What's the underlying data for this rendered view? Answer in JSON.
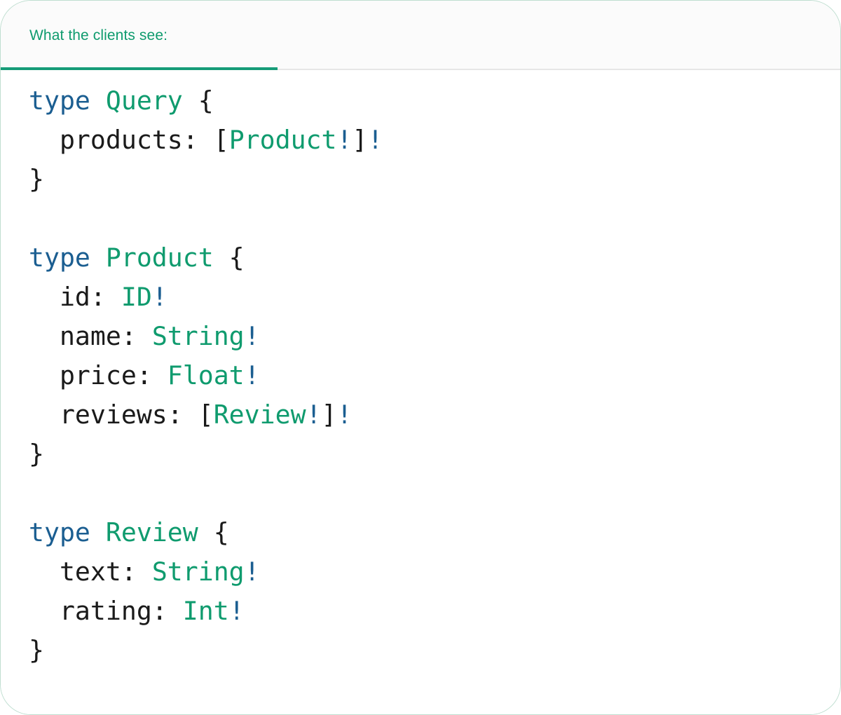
{
  "card": {
    "border_color": "#bfded0",
    "background": "#ffffff"
  },
  "tabbar": {
    "background": "#fbfbfb",
    "divider_color": "#e6e6e6",
    "active_tab": {
      "label": "What the clients see:",
      "color": "#0f9b6e",
      "underline_color": "#169c78"
    }
  },
  "editor": {
    "language": "graphql",
    "syntax_colors": {
      "keyword": "#1b5e91",
      "type_name": "#0f9b6e",
      "punctuation": "#1a1a1a",
      "non_null": "#1b5e91"
    },
    "lines": [
      [
        {
          "t": "type ",
          "c": "kw"
        },
        {
          "t": "Query",
          "c": "type"
        },
        {
          "t": " {",
          "c": "pun"
        }
      ],
      [
        {
          "t": "  products: [",
          "c": "pun"
        },
        {
          "t": "Product",
          "c": "type"
        },
        {
          "t": "!",
          "c": "bang"
        },
        {
          "t": "]",
          "c": "pun"
        },
        {
          "t": "!",
          "c": "bang"
        }
      ],
      [
        {
          "t": "}",
          "c": "pun"
        }
      ],
      [],
      [
        {
          "t": "type ",
          "c": "kw"
        },
        {
          "t": "Product",
          "c": "type"
        },
        {
          "t": " {",
          "c": "pun"
        }
      ],
      [
        {
          "t": "  id: ",
          "c": "pun"
        },
        {
          "t": "ID",
          "c": "type"
        },
        {
          "t": "!",
          "c": "bang"
        }
      ],
      [
        {
          "t": "  name: ",
          "c": "pun"
        },
        {
          "t": "String",
          "c": "type"
        },
        {
          "t": "!",
          "c": "bang"
        }
      ],
      [
        {
          "t": "  price: ",
          "c": "pun"
        },
        {
          "t": "Float",
          "c": "type"
        },
        {
          "t": "!",
          "c": "bang"
        }
      ],
      [
        {
          "t": "  reviews: [",
          "c": "pun"
        },
        {
          "t": "Review",
          "c": "type"
        },
        {
          "t": "!",
          "c": "bang"
        },
        {
          "t": "]",
          "c": "pun"
        },
        {
          "t": "!",
          "c": "bang"
        }
      ],
      [
        {
          "t": "}",
          "c": "pun"
        }
      ],
      [],
      [
        {
          "t": "type ",
          "c": "kw"
        },
        {
          "t": "Review",
          "c": "type"
        },
        {
          "t": " {",
          "c": "pun"
        }
      ],
      [
        {
          "t": "  text: ",
          "c": "pun"
        },
        {
          "t": "String",
          "c": "type"
        },
        {
          "t": "!",
          "c": "bang"
        }
      ],
      [
        {
          "t": "  rating: ",
          "c": "pun"
        },
        {
          "t": "Int",
          "c": "type"
        },
        {
          "t": "!",
          "c": "bang"
        }
      ],
      [
        {
          "t": "}",
          "c": "pun"
        }
      ]
    ]
  }
}
